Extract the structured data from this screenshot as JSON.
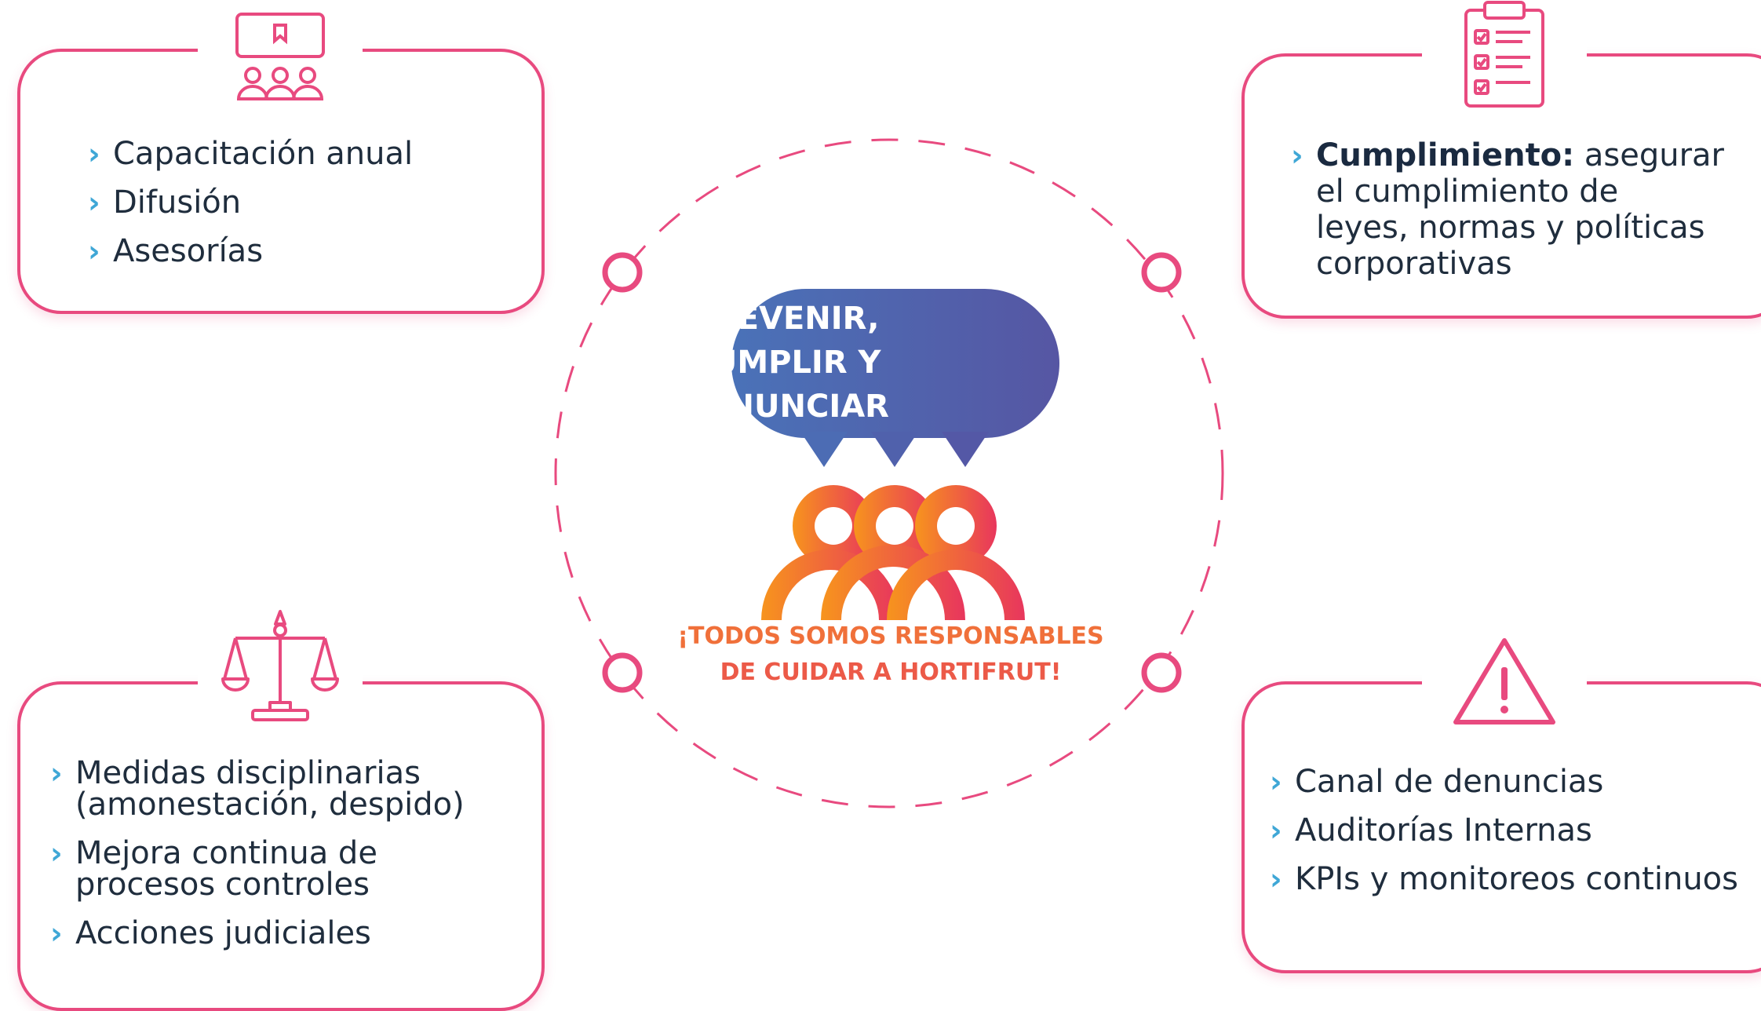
{
  "colors": {
    "accent_pink": "#e84a7f",
    "bullet_blue": "#3fa7d6",
    "bubble_start": "#4a72b8",
    "bubble_end": "#5656a3",
    "gradient_orange": "#f7941d",
    "gradient_red": "#e8365d",
    "text_dark": "#1f2d3d"
  },
  "center": {
    "slogan_lines": [
      "PREVENIR,",
      "CUMPLIR Y",
      "DENUNCIAR"
    ],
    "tagline_lines": [
      "¡TODOS SOMOS RESPONSABLES",
      "DE CUIDAR A HORTIFRUT!"
    ]
  },
  "cards": {
    "top_left": {
      "icon": "training-presentation-icon",
      "items": [
        "Capacitación anual",
        "Difusión",
        "Asesorías"
      ]
    },
    "top_right": {
      "icon": "checklist-clipboard-icon",
      "item_bold": "Cumplimiento:",
      "item_rest_lines": [
        " asegurar",
        "el cumplimiento de",
        "leyes, normas y políticas",
        "corporativas"
      ]
    },
    "bottom_left": {
      "icon": "scales-of-justice-icon",
      "items": [
        [
          "Medidas disciplinarias",
          "(amonestación, despido)"
        ],
        [
          "Mejora continua de",
          "procesos controles"
        ],
        [
          "Acciones judiciales"
        ]
      ]
    },
    "bottom_right": {
      "icon": "warning-triangle-icon",
      "items": [
        "Canal de denuncias",
        "Auditorías Internas",
        "KPIs y monitoreos continuos"
      ]
    }
  }
}
